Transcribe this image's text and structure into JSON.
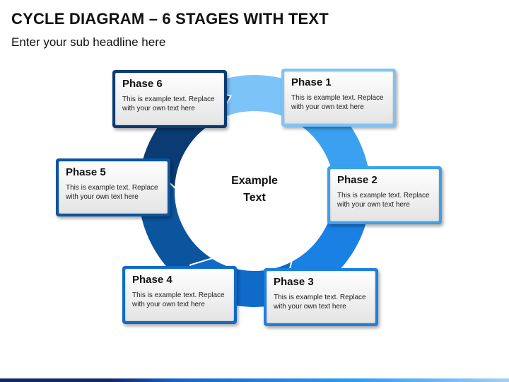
{
  "header": {
    "title": "CYCLE DIAGRAM – 6 STAGES WITH TEXT",
    "subtitle": "Enter your sub headline here"
  },
  "center": {
    "line1": "Example",
    "line2": "Text"
  },
  "phases": [
    {
      "title": "Phase 1",
      "text": "This is example text. Replace with your own text here",
      "color": "#7cc4f8"
    },
    {
      "title": "Phase 2",
      "text": "This is example text. Replace with your own text here",
      "color": "#3aa1f0"
    },
    {
      "title": "Phase 3",
      "text": "This is example text. Replace with your own text here",
      "color": "#1b80e4"
    },
    {
      "title": "Phase 4",
      "text": "This is example text. Replace with your own text here",
      "color": "#0f6bc8"
    },
    {
      "title": "Phase 5",
      "text": "This is example text. Replace with your own text here",
      "color": "#0b559e"
    },
    {
      "title": "Phase 6",
      "text": "This is example text. Replace with your own text here",
      "color": "#0a3b72"
    }
  ]
}
